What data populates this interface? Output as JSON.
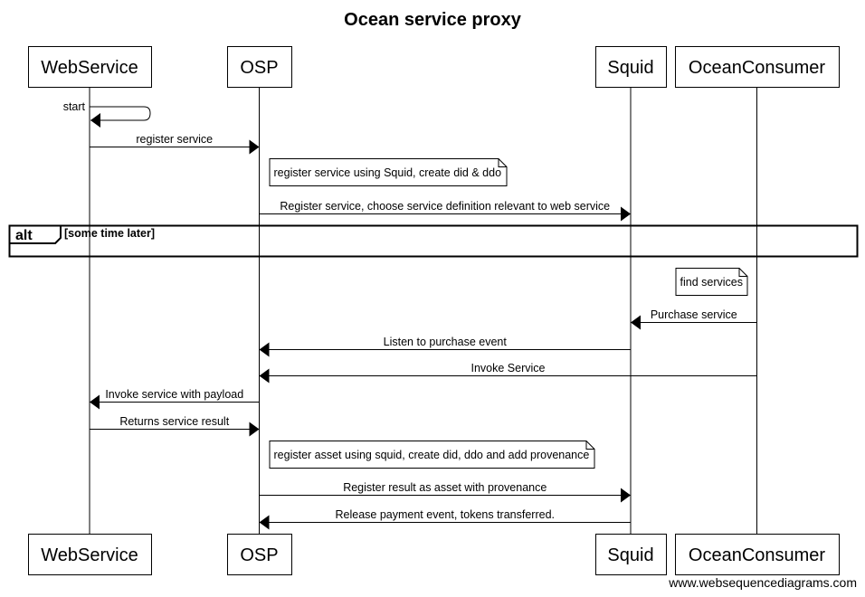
{
  "title": "Ocean service proxy",
  "actors": [
    {
      "id": "ws",
      "label": "WebService"
    },
    {
      "id": "osp",
      "label": "OSP"
    },
    {
      "id": "squid",
      "label": "Squid"
    },
    {
      "id": "oc",
      "label": "OceanConsumer"
    }
  ],
  "steps": [
    {
      "kind": "self",
      "actor": "ws",
      "label": "start"
    },
    {
      "kind": "message",
      "from": "ws",
      "to": "osp",
      "label": "register service"
    },
    {
      "kind": "note",
      "actor": "osp",
      "side": "right",
      "text": "register service using Squid, create did & ddo"
    },
    {
      "kind": "message",
      "from": "osp",
      "to": "squid",
      "label": "Register service, choose service definition relevant to web service"
    },
    {
      "kind": "frame",
      "keyword": "alt",
      "guard": "[some time later]"
    },
    {
      "kind": "note",
      "actor": "oc",
      "side": "left",
      "text": "find services"
    },
    {
      "kind": "message",
      "from": "oc",
      "to": "squid",
      "label": "Purchase service"
    },
    {
      "kind": "message",
      "from": "squid",
      "to": "osp",
      "label": "Listen to purchase event"
    },
    {
      "kind": "message",
      "from": "oc",
      "to": "osp",
      "label": "Invoke Service"
    },
    {
      "kind": "message",
      "from": "osp",
      "to": "ws",
      "label": "Invoke service with payload"
    },
    {
      "kind": "message",
      "from": "ws",
      "to": "osp",
      "label": "Returns service result"
    },
    {
      "kind": "note",
      "actor": "osp",
      "side": "right",
      "text": "register asset using squid, create did, ddo and add provenance"
    },
    {
      "kind": "message",
      "from": "osp",
      "to": "squid",
      "label": "Register result as asset with provenance"
    },
    {
      "kind": "message",
      "from": "squid",
      "to": "osp",
      "label": "Release payment event, tokens transferred."
    }
  ],
  "watermark": "www.websequencediagrams.com"
}
